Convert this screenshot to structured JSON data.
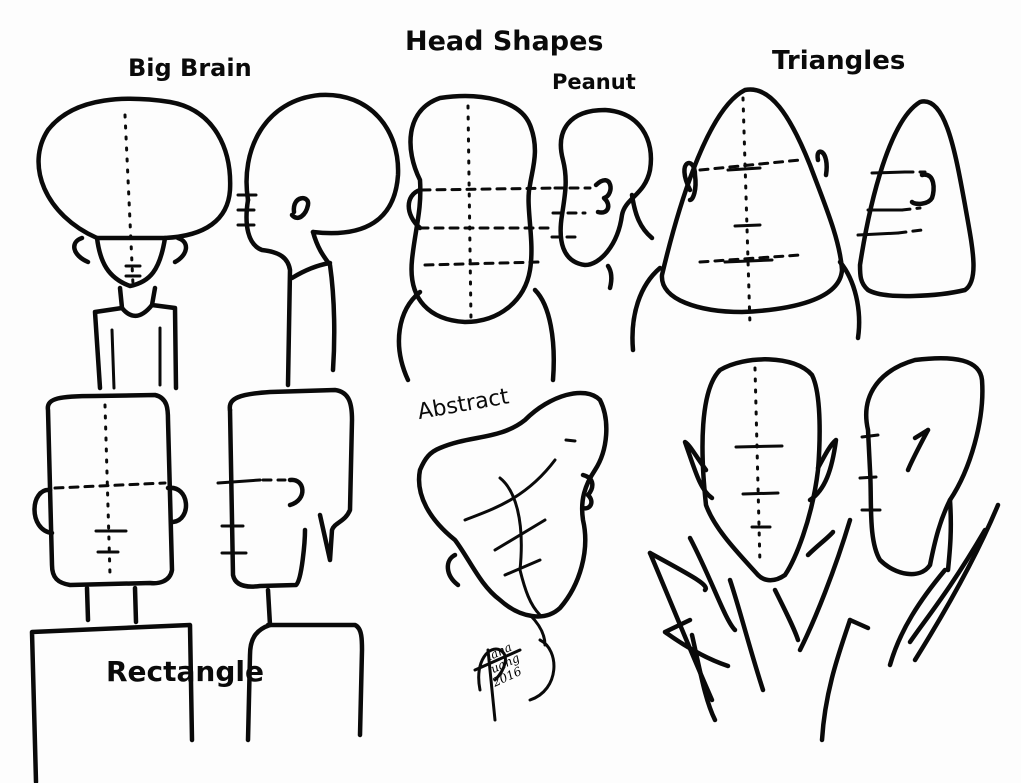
{
  "title": "Head Shapes",
  "sections": {
    "big_brain": "Big Brain",
    "peanut": "Peanut",
    "triangles": "Triangles",
    "rectangle": "Rectangle",
    "abstract": "Abstract"
  },
  "signature": {
    "name_line1": "iana",
    "name_line2": "uang",
    "year": "2016"
  },
  "colors": {
    "ink": "#0a0a0a",
    "paper": "#fdfdfd"
  }
}
